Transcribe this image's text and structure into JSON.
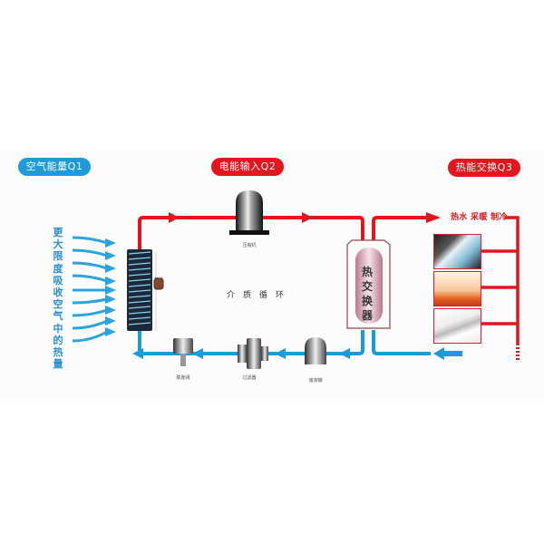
{
  "badges": {
    "air_energy": "空气能量Q1",
    "electric_input": "电能输入Q2",
    "heat_exchange": "热能交换Q3"
  },
  "left_caption": "更大限度吸收空气中的热量",
  "medium_cycle": "介质循环",
  "heat_exchanger": "热交换器",
  "uses": "热水 采暖 制冷",
  "components": {
    "compressor": "压缩机",
    "evaporator": "蒸发器",
    "expansion_valve": "膨胀阀",
    "filter": "过滤器",
    "receiver": "储液罐"
  },
  "colors": {
    "hot_pipe": "#e3151d",
    "cold_pipe": "#1d9bd9",
    "badge_blue": "#1d9bd9",
    "badge_red": "#e3151d",
    "exchanger_fill": "#c98e9e"
  },
  "applications": [
    "hot-water-appliance",
    "floor-heating",
    "air-conditioner"
  ]
}
